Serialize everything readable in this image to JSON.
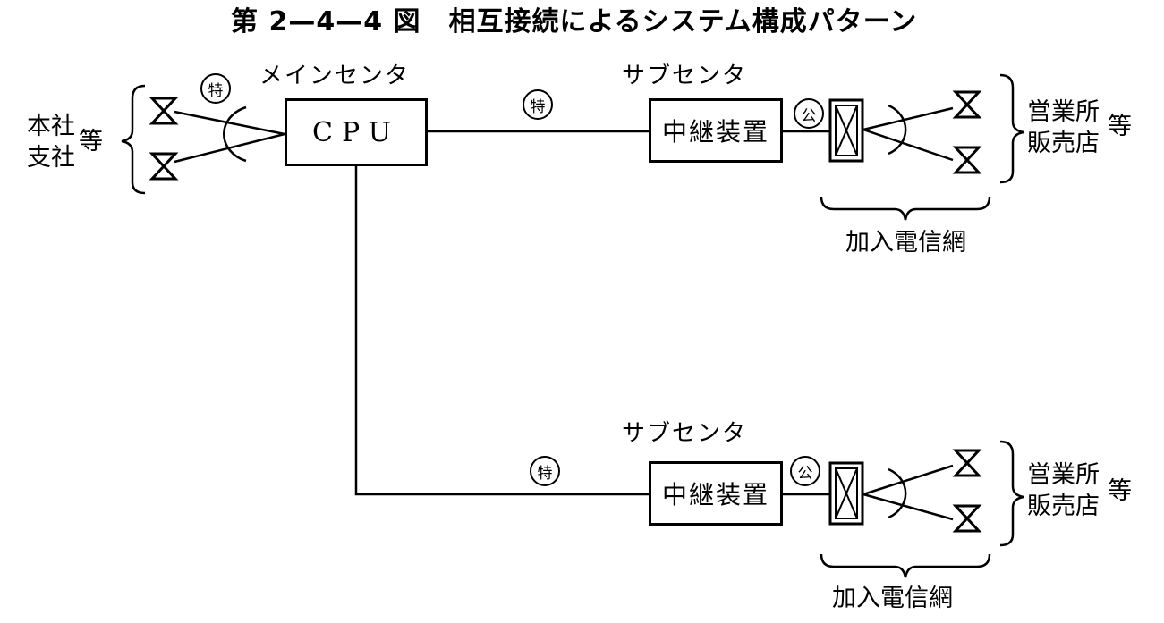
{
  "title": "第 2—4—4 図　相互接続によるシステム構成パターン",
  "main_center": {
    "label": "メインセンタ",
    "cpu_label": "CPU"
  },
  "left_group": {
    "line1": "本社",
    "line2": "支社",
    "suffix": "等",
    "line_mark": "特"
  },
  "trunk_line_mark": "特",
  "sub_center_top": {
    "label": "サブセンタ",
    "relay_label": "中継装置",
    "public_mark": "公",
    "network_label": "加入電信網",
    "dest_line1": "営業所",
    "dest_line2": "販売店",
    "dest_suffix": "等"
  },
  "sub_center_bottom": {
    "label": "サブセンタ",
    "line_mark": "特",
    "relay_label": "中継装置",
    "public_mark": "公",
    "network_label": "加入電信網",
    "dest_line1": "営業所",
    "dest_line2": "販売店",
    "dest_suffix": "等"
  }
}
